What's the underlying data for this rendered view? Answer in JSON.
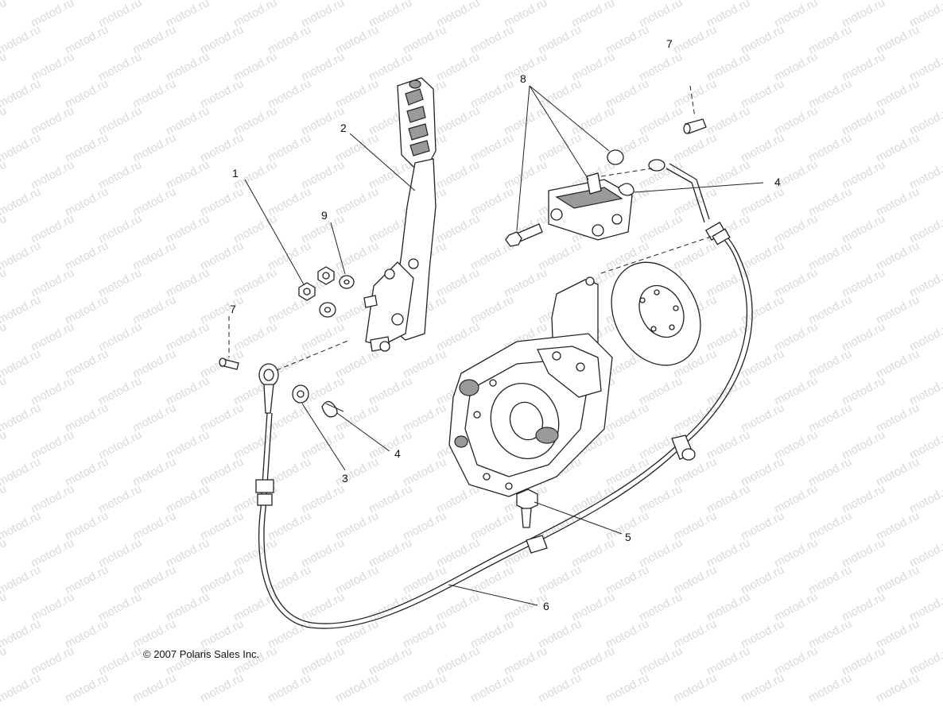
{
  "watermark": {
    "text": "motod.ru"
  },
  "copyright": "© 2007 Polaris Sales Inc.",
  "callouts": [
    {
      "id": "callout-1",
      "label": "1"
    },
    {
      "id": "callout-2",
      "label": "2"
    },
    {
      "id": "callout-3",
      "label": "3"
    },
    {
      "id": "callout-4-left",
      "label": "4"
    },
    {
      "id": "callout-4-right",
      "label": "4"
    },
    {
      "id": "callout-5",
      "label": "5"
    },
    {
      "id": "callout-6",
      "label": "6"
    },
    {
      "id": "callout-7-left",
      "label": "7"
    },
    {
      "id": "callout-7-right",
      "label": "7"
    },
    {
      "id": "callout-8",
      "label": "8"
    },
    {
      "id": "callout-9",
      "label": "9"
    }
  ]
}
